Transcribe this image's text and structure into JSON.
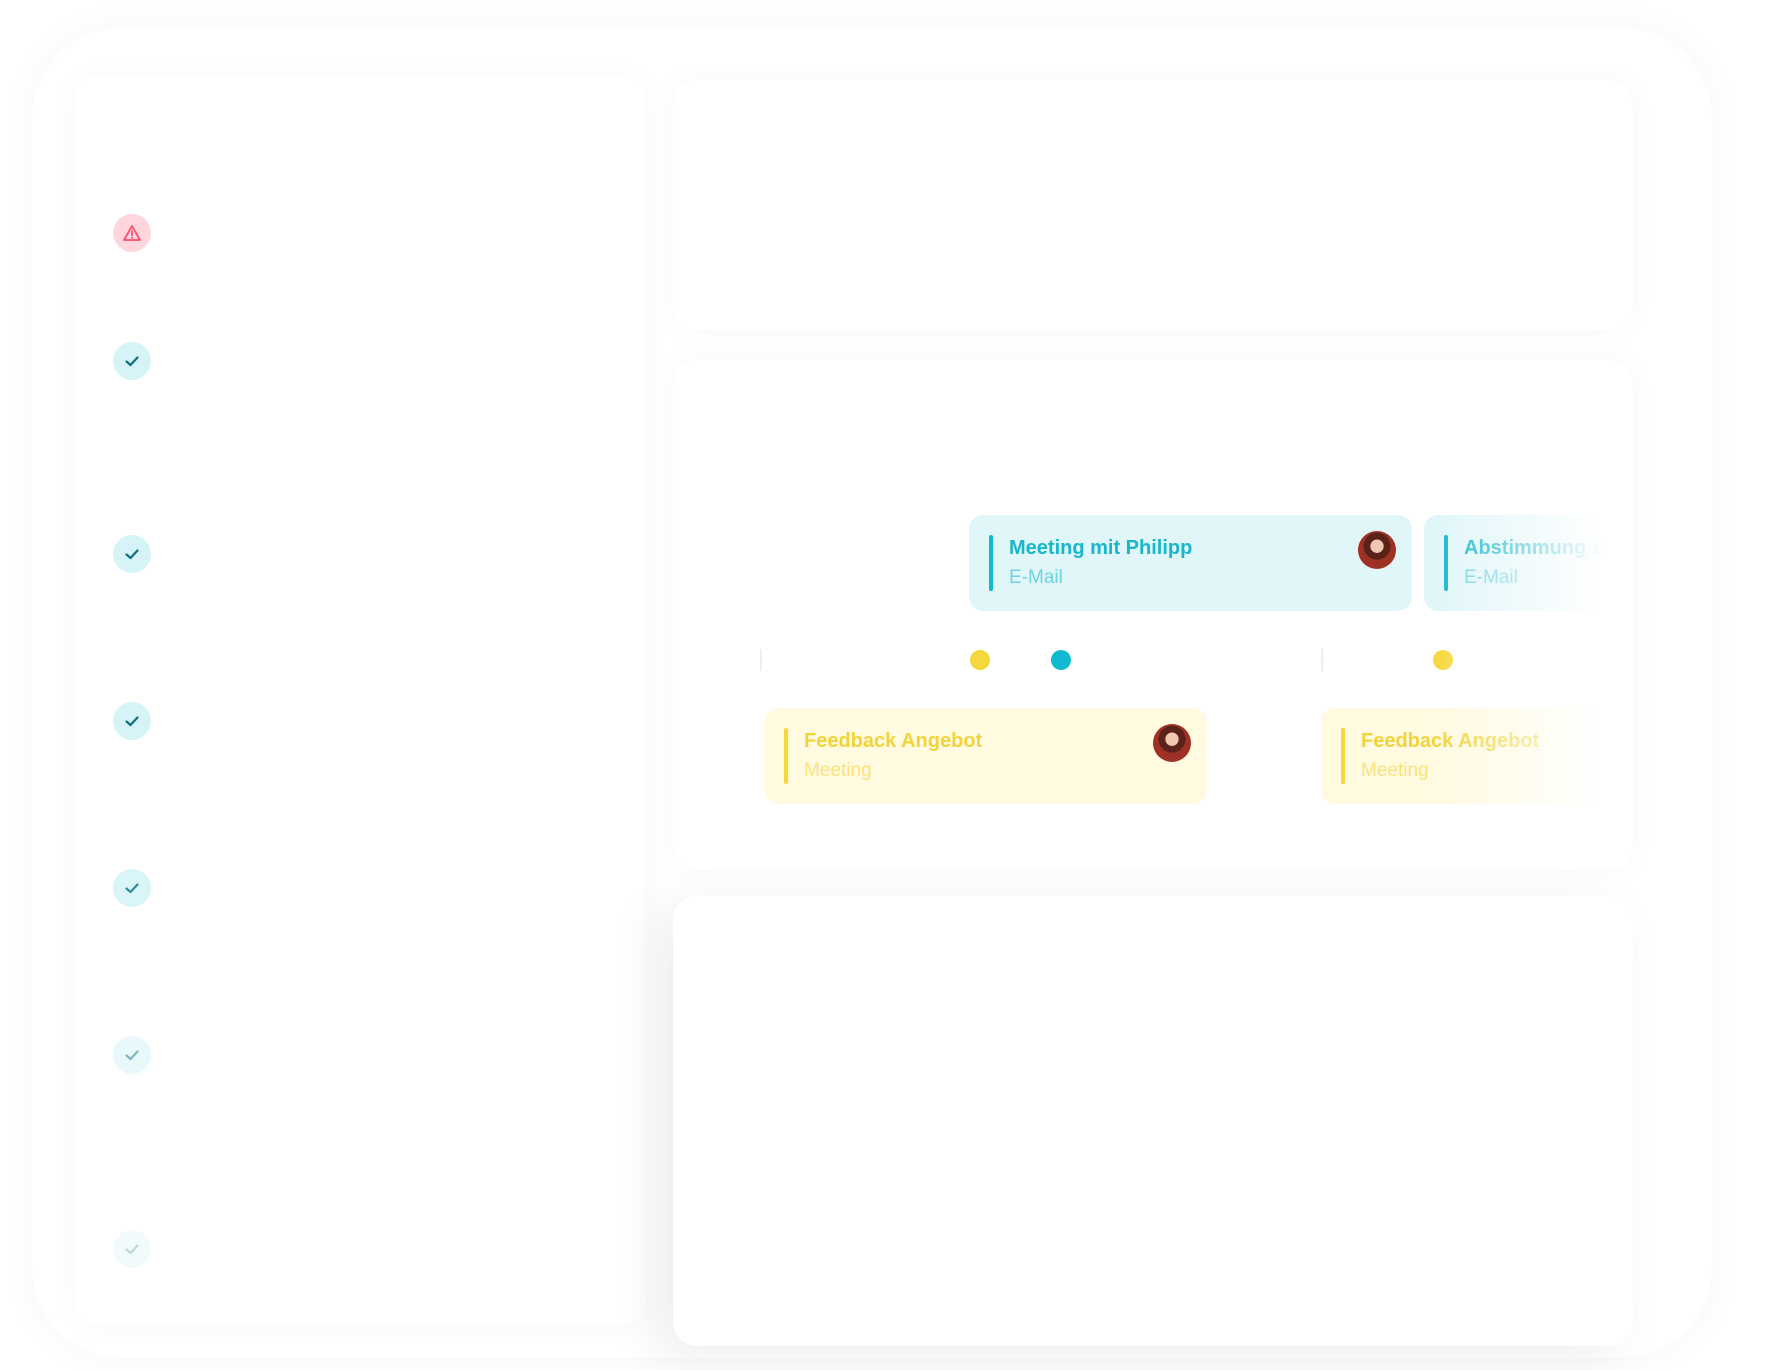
{
  "colors": {
    "accent_blue": "#10b9cf",
    "accent_yellow": "#f5d83c",
    "warning": "#ff4f6b",
    "ok_check": "#0f6f7c"
  },
  "status_list": [
    {
      "icon": "warning-triangle-icon",
      "state": "warning"
    },
    {
      "icon": "check-icon",
      "state": "done"
    },
    {
      "icon": "check-icon",
      "state": "done"
    },
    {
      "icon": "check-icon",
      "state": "done"
    },
    {
      "icon": "check-icon",
      "state": "done"
    },
    {
      "icon": "check-icon",
      "state": "done"
    },
    {
      "icon": "check-icon",
      "state": "done"
    }
  ],
  "timeline": {
    "events_top": [
      {
        "title": "Meeting mit Philipp",
        "type": "E-Mail",
        "color": "blue",
        "has_avatar": true
      },
      {
        "title": "Abstimmung zu Fe",
        "type": "E-Mail",
        "color": "blue",
        "has_avatar": false
      }
    ],
    "events_bottom": [
      {
        "title": "Feedback Angebot",
        "type": "Meeting",
        "color": "yellow",
        "has_avatar": true
      },
      {
        "title": "Feedback Angebot",
        "type": "Meeting",
        "color": "yellow",
        "has_avatar": false
      }
    ]
  }
}
